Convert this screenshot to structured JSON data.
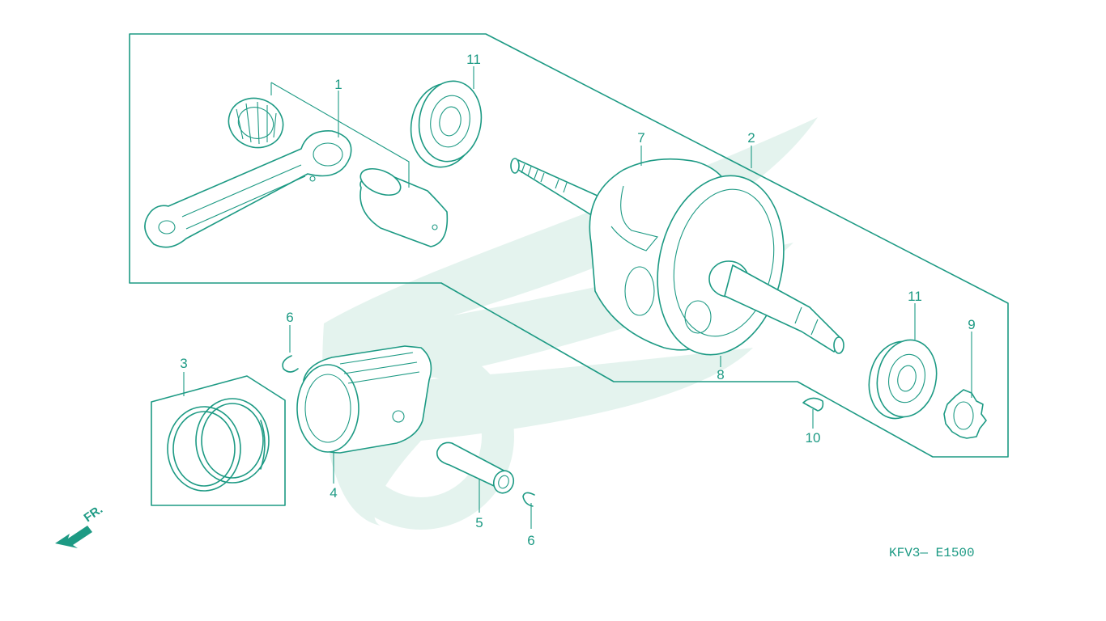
{
  "diagram_code": "KFV3— E1500",
  "direction_marker": "FR.",
  "accent_color": "#1d9a84",
  "watermark_color": "#e4f3ee",
  "callouts": {
    "c1": "1",
    "c2": "2",
    "c3": "3",
    "c4": "4",
    "c5": "5",
    "c6a": "6",
    "c6b": "6",
    "c7": "7",
    "c8": "8",
    "c9": "9",
    "c10": "10",
    "c11a": "11",
    "c11b": "11"
  },
  "parts": [
    "connecting-rod",
    "crankshaft-assembly",
    "piston-ring-set",
    "piston",
    "piston-pin",
    "piston-pin-clip",
    "right-flywheel",
    "left-flywheel",
    "timing-gear",
    "woodruff-key",
    "radial-ball-bearing",
    "needle-bearing",
    "crank-pin"
  ]
}
